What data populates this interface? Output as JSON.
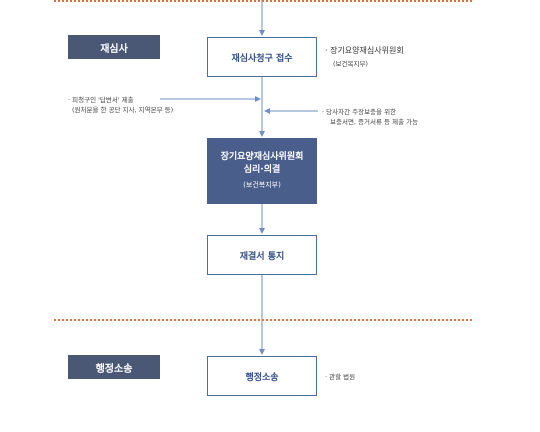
{
  "stages": {
    "review": "재심사",
    "litigation": "행정소송"
  },
  "flow": {
    "request": "재심사청구 접수",
    "committee_line1": "장기요양재심사위원회",
    "committee_line2": "심리·의결",
    "committee_line3": "(보건복지부)",
    "notice": "재결서 통지",
    "lawsuit": "행정소송"
  },
  "notes": {
    "request_note_line1": "· 장기요양재심사위원회",
    "request_note_line2": "(보건복지부)",
    "left_note_line1": "· 피청구인 '답변서' 제출",
    "left_note_line2": "(원처분을 한 공단 지사, 지역본부 등)",
    "right_note_line1": "· 당사자간 주장보충을 위한",
    "right_note_line2": "보충서면, 증거서류 등 제출 가능",
    "lawsuit_note": "· 관할 법원"
  },
  "colors": {
    "divider": "#e0703a",
    "stage_bg": "#4a5876",
    "box_border": "#4a6ea3",
    "dark_box": "#4a5e8b",
    "arrow": "#6f8fc4"
  }
}
